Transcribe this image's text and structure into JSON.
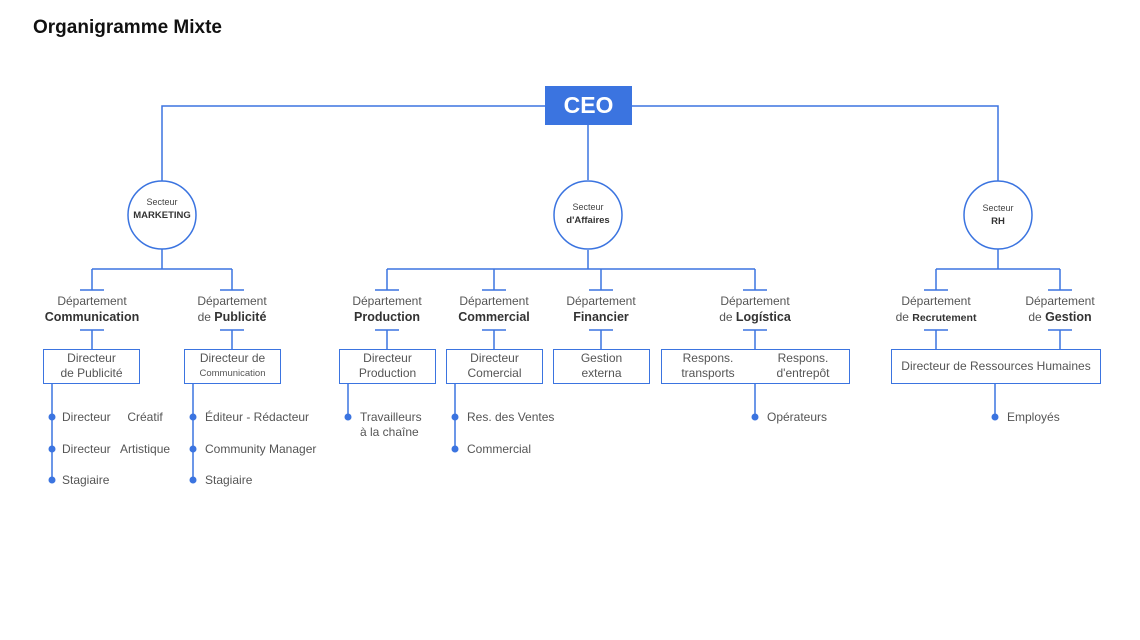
{
  "title": "Organigramme Mixte",
  "ceo": "CEO",
  "colors": {
    "accent": "#3b74e0",
    "text": "#555555"
  },
  "sectors": {
    "marketing": {
      "line1": "Secteur",
      "line2": "MARKETING"
    },
    "affaires": {
      "line1": "Secteur",
      "line2": "d'Affaires"
    },
    "rh": {
      "line1": "Secteur",
      "line2": "RH"
    }
  },
  "departments": {
    "communication": {
      "line1": "Département",
      "line2": "Communication"
    },
    "publicite": {
      "line1": "Département",
      "prefix": "de ",
      "line2": "Publicité"
    },
    "production": {
      "line1": "Département",
      "line2": "Production"
    },
    "commercial": {
      "line1": "Département",
      "line2": "Commercial"
    },
    "financier": {
      "line1": "Département",
      "line2": "Financier"
    },
    "logistica": {
      "line1": "Département",
      "prefix": "de ",
      "line2": "Logística"
    },
    "recrutement": {
      "line1": "Département",
      "prefix": "de ",
      "line2": "Recrutement"
    },
    "gestion": {
      "line1": "Département",
      "prefix": "de ",
      "line2": "Gestion"
    }
  },
  "boxes": {
    "dir_publicite": {
      "l1": "Directeur",
      "l2": "de Publicité"
    },
    "dir_communication": {
      "l1": "Directeur de",
      "l2": "Communication"
    },
    "dir_production": {
      "l1": "Directeur",
      "l2": "Production"
    },
    "dir_comercial": {
      "l1": "Directeur",
      "l2": "Comercial"
    },
    "gestion_externa": {
      "l1": "Gestion",
      "l2": "externa"
    },
    "resp_transports": {
      "l1": "Respons.",
      "l2": "transports"
    },
    "resp_entrepot": {
      "l1": "Respons.",
      "l2": "d'entrepôt"
    },
    "dir_rh": {
      "l1": "Directeur de Ressources Humaines"
    }
  },
  "items": {
    "communication": [
      "Directeur     Créatif",
      "Directeur   Artistique",
      "Stagiaire"
    ],
    "publicite": [
      "Éditeur - Rédacteur",
      "Community Manager",
      "Stagiaire"
    ],
    "production": [
      "Travailleurs",
      "à la chaîne"
    ],
    "commercial": [
      "Res. des Ventes",
      "Commercial"
    ],
    "logistica": [
      "Opérateurs"
    ],
    "rh": [
      "Employés"
    ]
  }
}
